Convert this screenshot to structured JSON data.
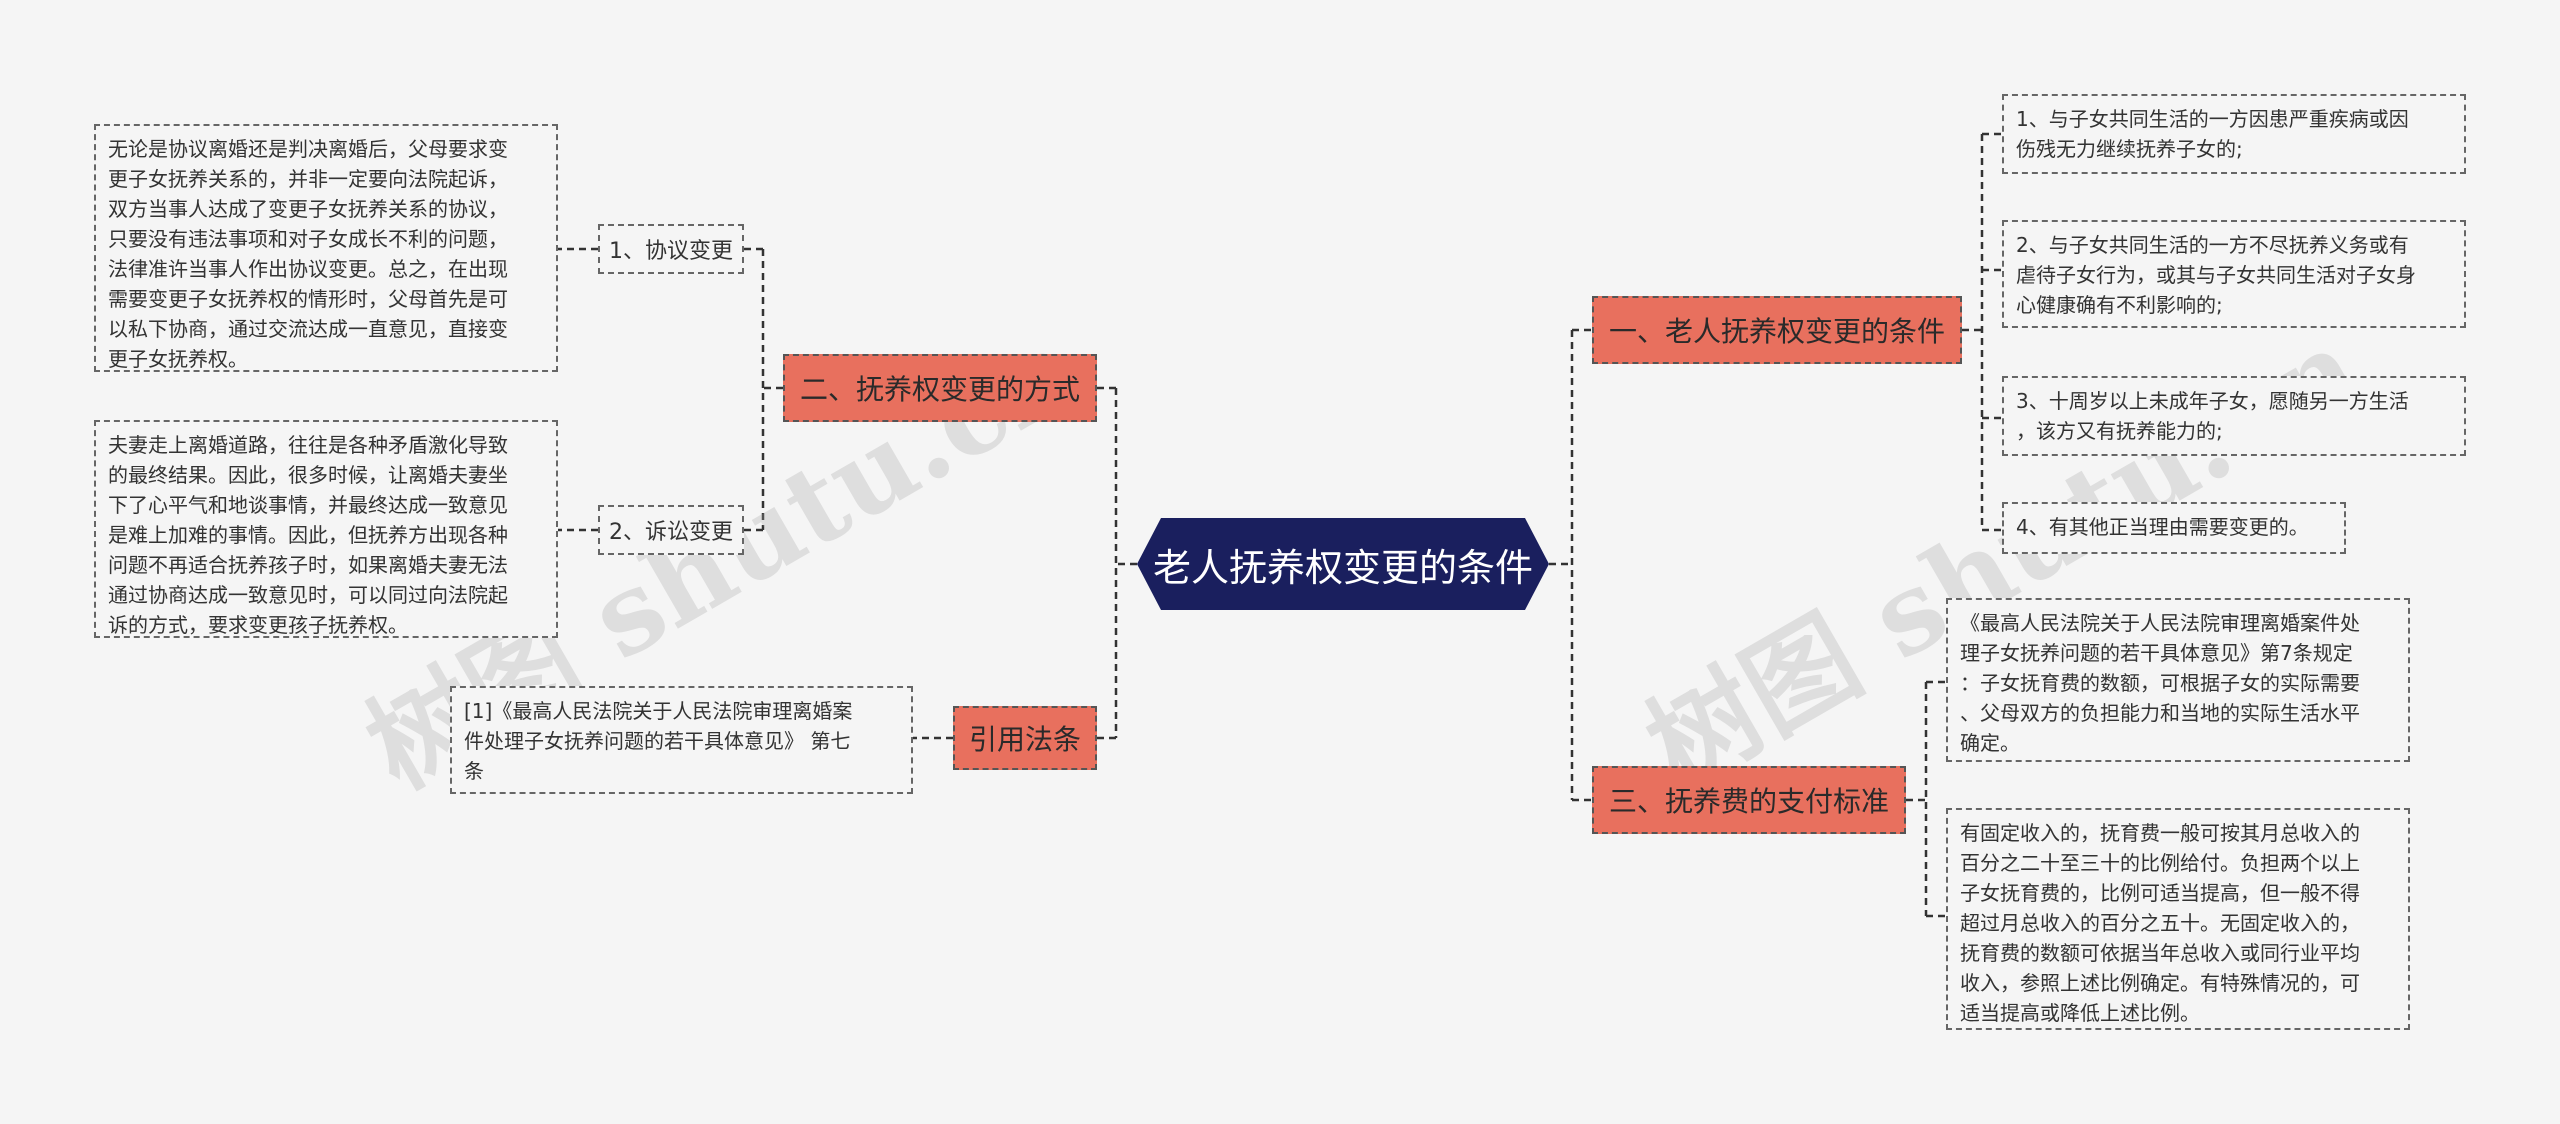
{
  "root": {
    "label": "老人抚养权变更的条件"
  },
  "branches": {
    "b1": {
      "label": "一、老人抚养权变更的条件"
    },
    "b2": {
      "label": "二、抚养权变更的方式"
    },
    "b3": {
      "label": "三、抚养费的支付标准"
    },
    "b4": {
      "label": "引用法条"
    }
  },
  "subs": {
    "s1": {
      "label": "1、协议变更"
    },
    "s2": {
      "label": "2、诉讼变更"
    }
  },
  "leaves": {
    "c1": "1、与子女共同生活的一方因患严重疾病或因\n伤残无力继续抚养子女的;",
    "c2": "2、与子女共同生活的一方不尽抚养义务或有\n虐待子女行为，或其与子女共同生活对子女身\n心健康确有不利影响的;",
    "c3": "3、十周岁以上未成年子女，愿随另一方生活\n，该方又有抚养能力的;",
    "c4": "4、有其他正当理由需要变更的。",
    "m1": "无论是协议离婚还是判决离婚后，父母要求变\n更子女抚养关系的，并非一定要向法院起诉，\n双方当事人达成了变更子女抚养关系的协议，\n只要没有违法事项和对子女成长不利的问题，\n法律准许当事人作出协议变更。总之，在出现\n需要变更子女抚养权的情形时，父母首先是可\n以私下协商，通过交流达成一直意见，直接变\n更子女抚养权。",
    "m2": "夫妻走上离婚道路，往往是各种矛盾激化导致\n的最终结果。因此，很多时候，让离婚夫妻坐\n下了心平气和地谈事情，并最终达成一致意见\n是难上加难的事情。因此，但抚养方出现各种\n问题不再适合抚养孩子时，如果离婚夫妻无法\n通过协商达成一致意见时，可以同过向法院起\n诉的方式，要求变更孩子抚养权。",
    "p1": "《最高人民法院关于人民法院审理离婚案件处\n理子女抚养问题的若干具体意见》第7条规定\n：子女抚育费的数额，可根据子女的实际需要\n、父母双方的负担能力和当地的实际生活水平\n确定。",
    "p2": "有固定收入的，抚育费一般可按其月总收入的\n百分之二十至三十的比例给付。负担两个以上\n子女抚育费的，比例可适当提高，但一般不得\n超过月总收入的百分之五十。无固定收入的，\n抚育费的数额可依据当年总收入或同行业平均\n收入，参照上述比例确定。有特殊情况的，可\n适当提高或降低上述比例。",
    "r1": "[1]《最高人民法院关于人民法院审理离婚案\n件处理子女抚养问题的若干具体意见》 第七\n条"
  },
  "watermarks": [
    "树图 shutu.cn",
    "树图 shutu.cn"
  ],
  "colors": {
    "root": "#1a1f5e",
    "branch": "#e8705e",
    "background": "#f5f5f5"
  }
}
